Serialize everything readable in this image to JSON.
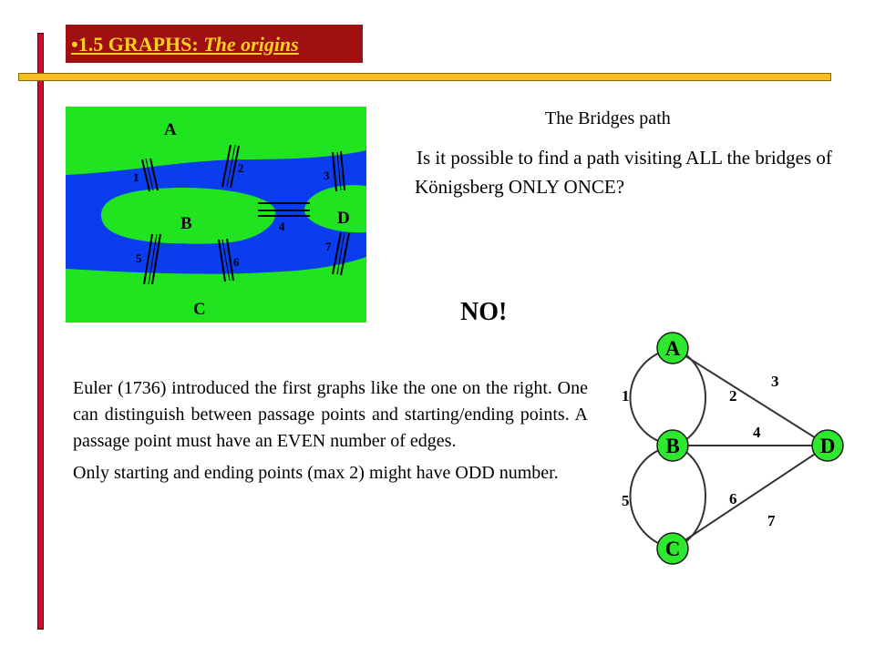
{
  "slide": {
    "title": {
      "bullet": "•",
      "plain": "1.5 GRAPHS: ",
      "italic": "The origins"
    },
    "map": {
      "regions": {
        "a": "A",
        "b": "B",
        "c": "C",
        "d": "D"
      },
      "bridges": [
        "1",
        "2",
        "3",
        "4",
        "5",
        "6",
        "7"
      ],
      "colors": {
        "land": "#21e421",
        "water": "#0a3cf0",
        "bridge": "#000000"
      }
    },
    "question": {
      "title": "The Bridges path",
      "text": "Is it possible to find a path visiting ALL the bridges of Königsberg ONLY ONCE?"
    },
    "answer": "NO!",
    "euler": {
      "para1": "Euler (1736) introduced the first graphs like the one on the right. One can distinguish between passage points and starting/ending points.  A passage point must have an EVEN number of edges.",
      "para2": "Only starting and ending points (max 2) might have ODD number."
    },
    "graph": {
      "nodes": {
        "a": "A",
        "b": "B",
        "c": "C",
        "d": "D"
      },
      "edges": [
        "1",
        "2",
        "3",
        "4",
        "5",
        "6",
        "7"
      ],
      "colors": {
        "node_fill": "#2ee82e",
        "node_stroke": "#1a1a1a",
        "edge": "#333333"
      }
    },
    "colors": {
      "accent_red": "#c8102e",
      "title_bg": "#a01010",
      "title_text": "#ffd21a",
      "rule_yellow": "#f3be1e"
    }
  }
}
